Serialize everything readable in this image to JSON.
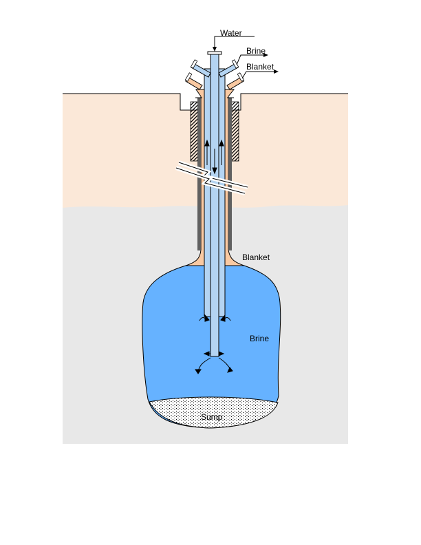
{
  "labels": {
    "water": "Water",
    "brine_outlet": "Brine",
    "blanket_outlet": "Blanket",
    "blanket": "Blanket",
    "brine": "Brine",
    "sump": "Sump"
  },
  "colors": {
    "overburden": "#fbe8d8",
    "rock": "#e8e8e8",
    "brine": "#66b2ff",
    "tube": "#b4d4f2",
    "blanket": "#f9c9a2",
    "sump": "#ffffff",
    "outline": "#000000"
  }
}
